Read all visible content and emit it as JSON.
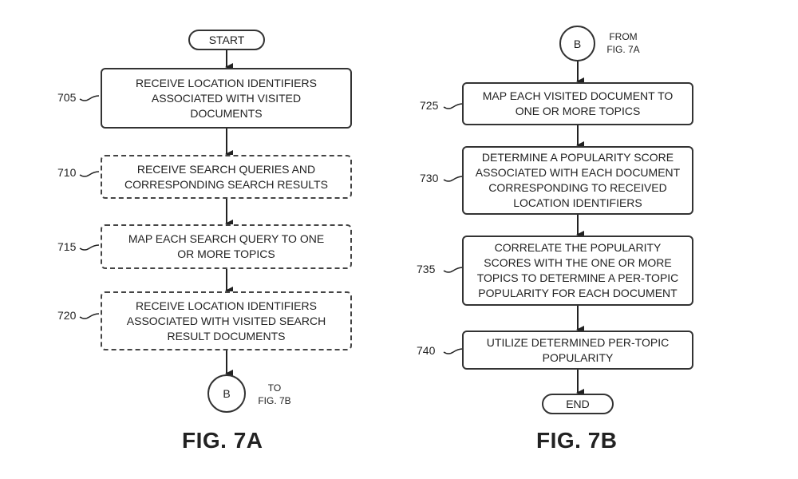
{
  "fig7a": {
    "title": "FIG. 7A",
    "start": "START",
    "steps": [
      {
        "ref": "705",
        "text": "RECEIVE LOCATION IDENTIFIERS\nASSOCIATED WITH VISITED\nDOCUMENTS",
        "style": "solid"
      },
      {
        "ref": "710",
        "text": "RECEIVE SEARCH QUERIES AND\nCORRESPONDING SEARCH RESULTS",
        "style": "dashed"
      },
      {
        "ref": "715",
        "text": "MAP EACH SEARCH QUERY TO ONE\nOR MORE TOPICS",
        "style": "dashed"
      },
      {
        "ref": "720",
        "text": "RECEIVE LOCATION IDENTIFIERS\nASSOCIATED WITH VISITED SEARCH\nRESULT DOCUMENTS",
        "style": "dashed"
      }
    ],
    "connector": {
      "label": "B",
      "note": "TO\nFIG. 7B"
    }
  },
  "fig7b": {
    "title": "FIG. 7B",
    "connector": {
      "label": "B",
      "note": "FROM\nFIG. 7A"
    },
    "steps": [
      {
        "ref": "725",
        "text": "MAP EACH VISITED DOCUMENT TO\nONE OR MORE TOPICS",
        "style": "solid"
      },
      {
        "ref": "730",
        "text": "DETERMINE A POPULARITY SCORE\nASSOCIATED WITH EACH DOCUMENT\nCORRESPONDING TO RECEIVED\nLOCATION IDENTIFIERS",
        "style": "solid"
      },
      {
        "ref": "735",
        "text": "CORRELATE THE POPULARITY\nSCORES WITH THE ONE OR MORE\nTOPICS TO DETERMINE A PER-TOPIC\nPOPULARITY FOR EACH DOCUMENT",
        "style": "solid"
      },
      {
        "ref": "740",
        "text": "UTILIZE DETERMINED PER-TOPIC\nPOPULARITY",
        "style": "solid"
      }
    ],
    "end": "END"
  }
}
